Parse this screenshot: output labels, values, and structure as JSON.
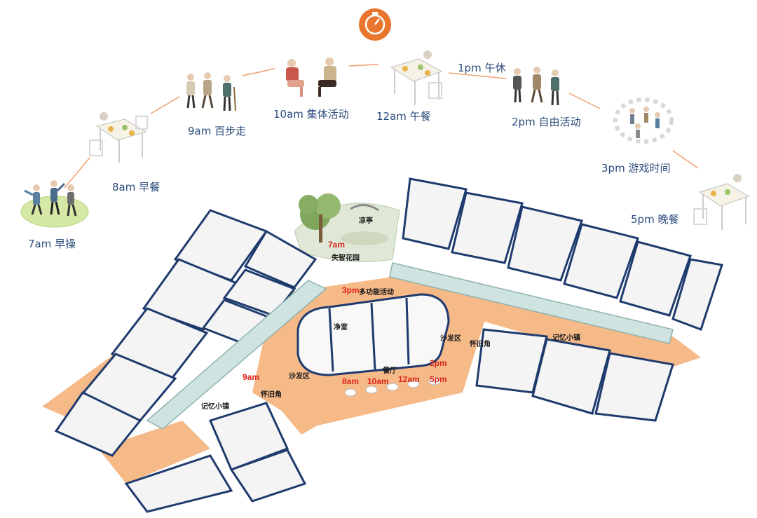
{
  "schedule": [
    {
      "time": "7am",
      "activity": "早操"
    },
    {
      "time": "8am",
      "activity": "早餐"
    },
    {
      "time": "9am",
      "activity": "百步走"
    },
    {
      "time": "10am",
      "activity": "集体活动"
    },
    {
      "time": "12am",
      "activity": "午餐"
    },
    {
      "time": "1pm",
      "activity": "午休"
    },
    {
      "time": "2pm",
      "activity": "自由活动"
    },
    {
      "time": "3pm",
      "activity": "游戏时间"
    },
    {
      "time": "5pm",
      "activity": "晚餐"
    }
  ],
  "rooms": {
    "garden": "失智花园",
    "pavilion": "凉亭",
    "multi": "多功能活动",
    "clean": "净室",
    "sofa_right": "沙发区",
    "nostalgia_right": "怀旧角",
    "memory_right": "记忆小镇",
    "sofa_left": "沙发区",
    "nostalgia_left": "怀旧角",
    "dining": "餐厅",
    "memory_left": "记忆小镇"
  },
  "plan_times": {
    "t7": "7am",
    "t3": "3pm",
    "t9": "9am",
    "t8": "8am",
    "t10": "10am",
    "t12": "12am",
    "t2": "2pm",
    "t5": "5pm"
  },
  "colors": {
    "arc": "#f0a070",
    "label": "#2c4c7c",
    "wall": "#1f3b6e",
    "floor": "#f6b988",
    "accent": "#e8762d",
    "time_red": "#d9261c"
  }
}
